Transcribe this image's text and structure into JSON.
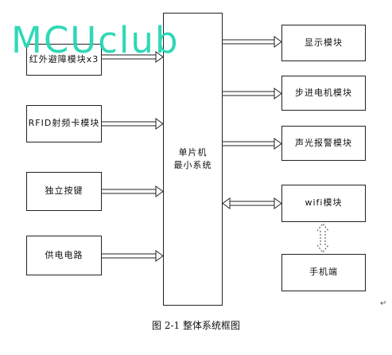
{
  "watermark": "MCUclub",
  "mcu": {
    "label": "单片机\n最小系统"
  },
  "inputs": [
    {
      "label": "红外避障模块x3"
    },
    {
      "label": "RFID射频卡模块"
    },
    {
      "label": "独立按键"
    },
    {
      "label": "供电电路"
    }
  ],
  "outputs": [
    {
      "label": "显示模块"
    },
    {
      "label": "步进电机模块"
    },
    {
      "label": "声光报警模块"
    },
    {
      "label": "wifi模块"
    },
    {
      "label": "手机端"
    }
  ],
  "caption": "图 2-1 整体系统框图",
  "paragraph_mark": "↵"
}
